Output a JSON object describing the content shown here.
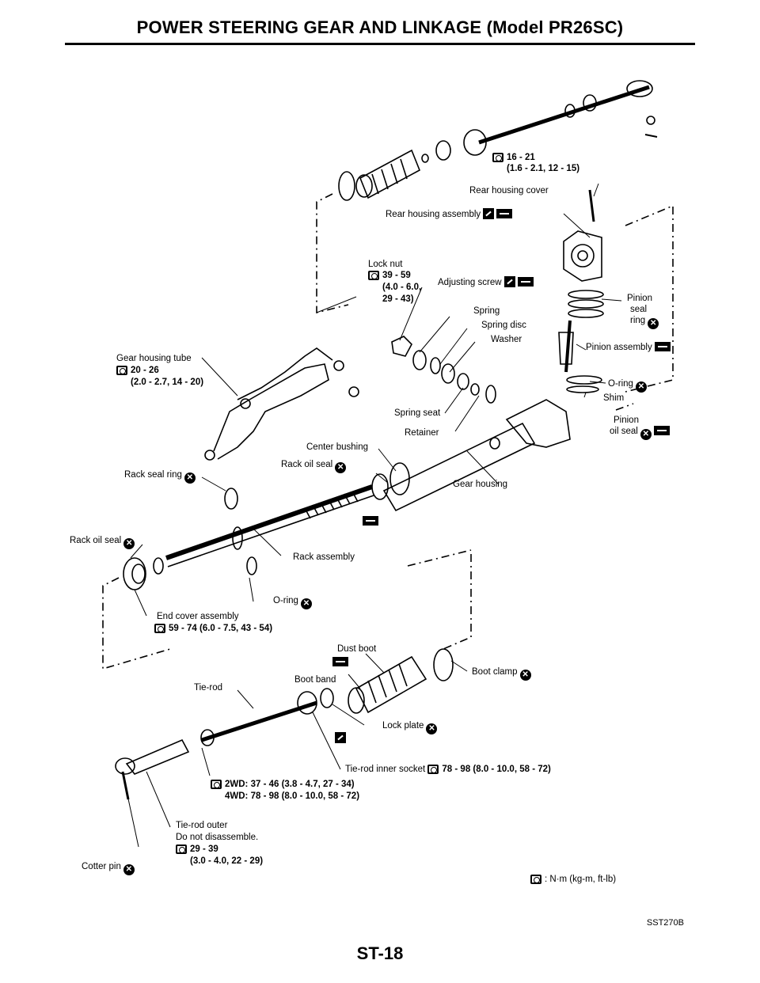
{
  "page": {
    "title": "POWER STEERING GEAR AND LINKAGE (Model PR26SC)",
    "page_number": "ST-18",
    "figure_code": "SST270B",
    "legend": ": N·m (kg-m, ft-lb)"
  },
  "labels": {
    "top_torque_1": "16 - 21",
    "top_torque_2": "(1.6 - 2.1, 12 - 15)",
    "rear_housing_cover": "Rear housing cover",
    "rear_housing_assembly": "Rear housing assembly",
    "lock_nut": "Lock nut",
    "lock_nut_torque_1": "39 - 59",
    "lock_nut_torque_2": "(4.0 - 6.0,",
    "lock_nut_torque_3": "29 - 43)",
    "adjusting_screw": "Adjusting screw",
    "spring": "Spring",
    "spring_disc": "Spring disc",
    "washer": "Washer",
    "pinion_seal_ring_1": "Pinion",
    "pinion_seal_ring_2": "seal",
    "pinion_seal_ring_3": "ring",
    "pinion_assembly": "Pinion assembly",
    "gear_housing_tube": "Gear housing tube",
    "gear_housing_tube_torque_1": "20 - 26",
    "gear_housing_tube_torque_2": "(2.0 - 2.7, 14 - 20)",
    "o_ring_upper": "O-ring",
    "shim": "Shim",
    "spring_seat": "Spring seat",
    "retainer": "Retainer",
    "pinion_oil_seal_1": "Pinion",
    "pinion_oil_seal_2": "oil seal",
    "center_bushing": "Center bushing",
    "rack_oil_seal_upper": "Rack oil seal",
    "rack_seal_ring": "Rack seal ring",
    "gear_housing": "Gear housing",
    "rack_oil_seal_left": "Rack oil seal",
    "rack_assembly": "Rack assembly",
    "o_ring_lower": "O-ring",
    "end_cover_assembly": "End cover assembly",
    "end_cover_torque": "59 - 74 (6.0 - 7.5, 43 - 54)",
    "dust_boot": "Dust boot",
    "boot_band": "Boot band",
    "boot_clamp": "Boot clamp",
    "tie_rod": "Tie-rod",
    "lock_plate": "Lock plate",
    "tie_rod_inner_socket": "Tie-rod inner socket",
    "tie_rod_inner_torque": "78 - 98 (8.0 - 10.0, 58 - 72)",
    "torque_2wd": "2WD:  37 - 46 (3.8 - 4.7, 27 - 34)",
    "torque_4wd": "4WD:  78 - 98 (8.0 - 10.0, 58 - 72)",
    "tie_rod_outer": "Tie-rod outer",
    "do_not_disassemble": "Do not disassemble.",
    "tie_rod_outer_torque_1": "29 - 39",
    "tie_rod_outer_torque_2": "(3.0 - 4.0, 22 - 29)",
    "cotter_pin": "Cotter pin"
  }
}
